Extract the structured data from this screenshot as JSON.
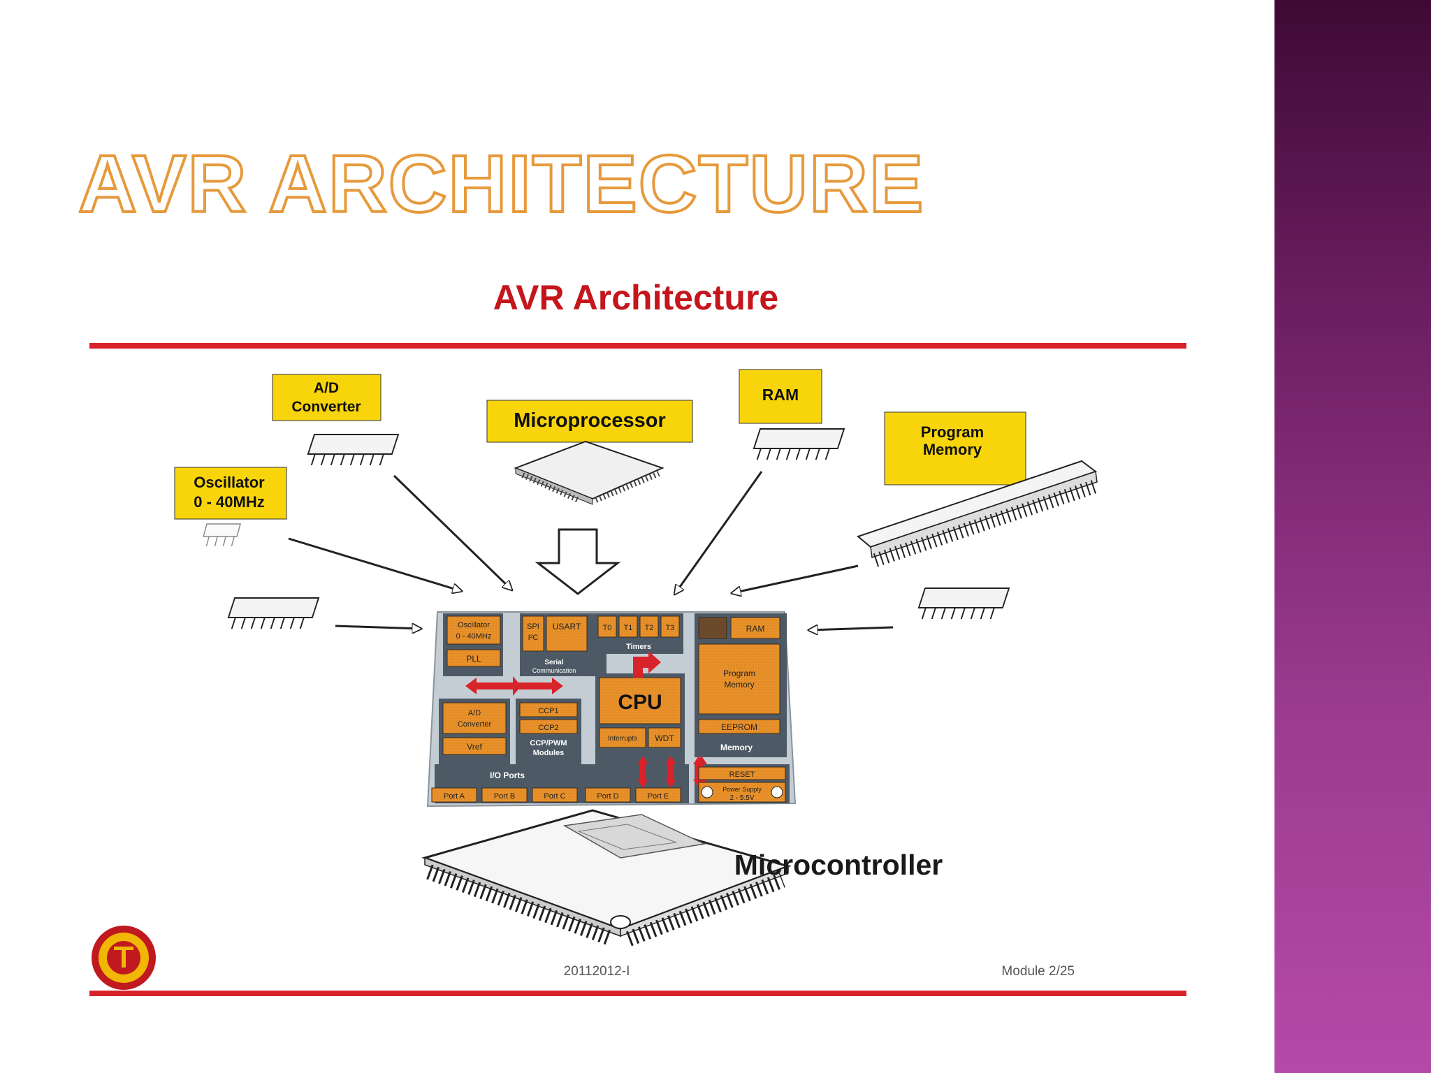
{
  "page": {
    "title": "AVR ARCHITECTURE"
  },
  "slide": {
    "heading": "AVR Architecture",
    "footer_center": "20112012-I",
    "footer_right": "Module 2/25"
  },
  "components": {
    "ad_converter": [
      "A/D",
      "Converter"
    ],
    "microprocessor": "Microprocessor",
    "ram": "RAM",
    "program_memory": [
      "Program",
      "Memory"
    ],
    "oscillator": [
      "Oscillator",
      "0 - 40MHz"
    ]
  },
  "block": {
    "osc": [
      "Oscillator",
      "0 - 40MHz"
    ],
    "pll": "PLL",
    "spi": [
      "SPI",
      "I²C"
    ],
    "usart": "USART",
    "serial": [
      "Serial",
      "Communication"
    ],
    "timers": [
      "T0",
      "T1",
      "T2",
      "T3"
    ],
    "timers_label": "Timers",
    "eeprom_small": "",
    "ram": "RAM",
    "prog_mem": [
      "Program",
      "Memory"
    ],
    "eeprom": "EEPROM",
    "memory_label": "Memory",
    "adc": [
      "A/D",
      "Converter"
    ],
    "vref": "Vref",
    "ccp": [
      "CCP1",
      "CCP2"
    ],
    "ccp_label": [
      "CCP/PWM",
      "Modules"
    ],
    "cpu": "CPU",
    "interrupts": "Interrupts",
    "wdt": "WDT",
    "io_label": "I/O Ports",
    "ports": [
      "Port A",
      "Port B",
      "Port C",
      "Port D",
      "Port E"
    ],
    "reset": "RESET",
    "power": [
      "Power Supply",
      "2 - 5.5V"
    ]
  },
  "microcontroller_label": "Microcontroller",
  "colors": {
    "orange": "#e8912a",
    "yellow": "#f8d50a",
    "gray": "#4d5a66",
    "red": "#d9232b",
    "accent": "#e69a3c"
  }
}
